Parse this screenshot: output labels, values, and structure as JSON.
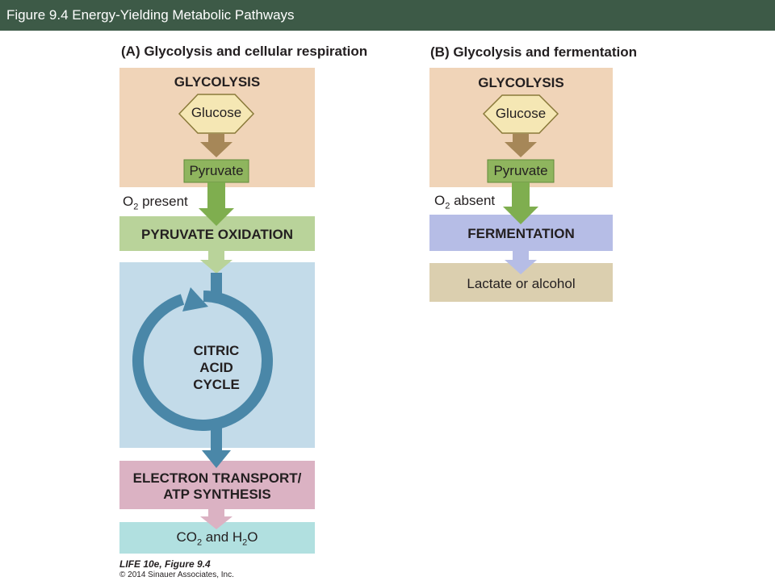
{
  "slide_title": "Figure 9.4  Energy-Yielding Metabolic Pathways",
  "panel_a": {
    "title": "(A)  Glycolysis and cellular respiration",
    "glycolysis": "GLYCOLYSIS",
    "glucose": "Glucose",
    "pyruvate": "Pyruvate",
    "condition_prefix": "O",
    "condition_sub": "2",
    "condition_suffix": " present",
    "pyruvate_oxidation": "PYRUVATE OXIDATION",
    "citric_line1": "CITRIC",
    "citric_line2": "ACID",
    "citric_line3": "CYCLE",
    "etc_line1": "ELECTRON TRANSPORT/",
    "etc_line2": "ATP SYNTHESIS",
    "product_co": "CO",
    "product_sub1": "2",
    "product_and": " and H",
    "product_sub2": "2",
    "product_o": "O"
  },
  "panel_b": {
    "title": "(B)  Glycolysis and fermentation",
    "glycolysis": "GLYCOLYSIS",
    "glucose": "Glucose",
    "pyruvate": "Pyruvate",
    "condition_prefix": "O",
    "condition_sub": "2",
    "condition_suffix": " absent",
    "fermentation": "FERMENTATION",
    "product": "Lactate or alcohol"
  },
  "credit": {
    "book": "LIFE 10e, Figure 9.4",
    "copyright": "© 2014 Sinauer Associates, Inc."
  },
  "colors": {
    "title_bar": "#3d5a47",
    "glycolysis_bg": "#f0d4b8",
    "glucose_fill": "#f5e7b4",
    "pyruvate_fill": "#8fb55e",
    "pyruvate_oxidation_bg": "#b9d39a",
    "citric_bg": "#c3dbe9",
    "cycle_arrow": "#4a87a8",
    "etc_bg": "#dbb2c3",
    "product_bg": "#b1e0e0",
    "fermentation_bg": "#b6bde6",
    "lactate_bg": "#dbcfaf",
    "brown_arrow": "#a68758",
    "green_arrow": "#7fae4f"
  }
}
